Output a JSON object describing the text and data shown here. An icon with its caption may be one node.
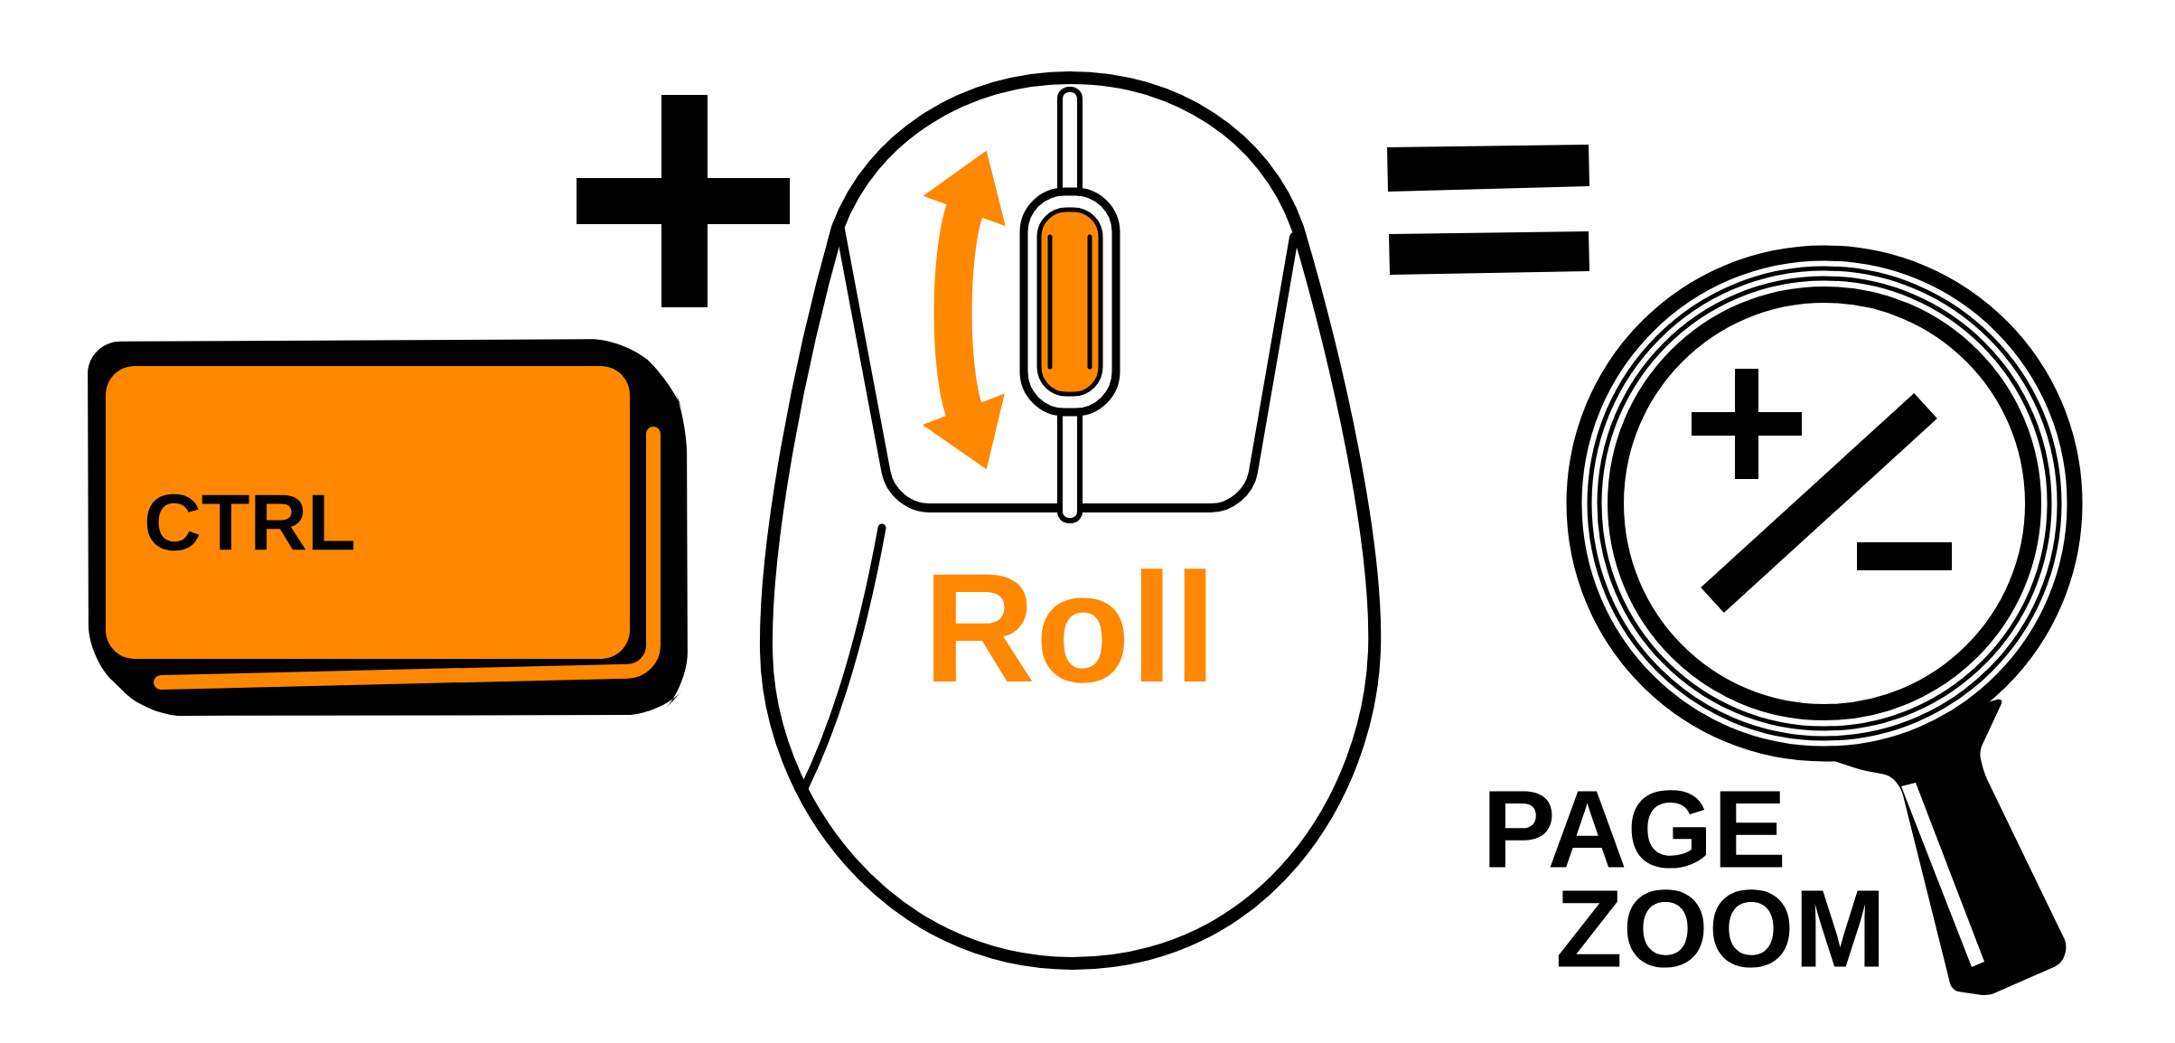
{
  "diagram": {
    "nodes": [
      {
        "text": [
          "CTRL"
        ]
      },
      {
        "text": [
          "Roll"
        ]
      },
      {
        "text": [],
        "shape": "picture",
        "beside": [
          "PAGE ZOOM"
        ]
      }
    ]
  }
}
